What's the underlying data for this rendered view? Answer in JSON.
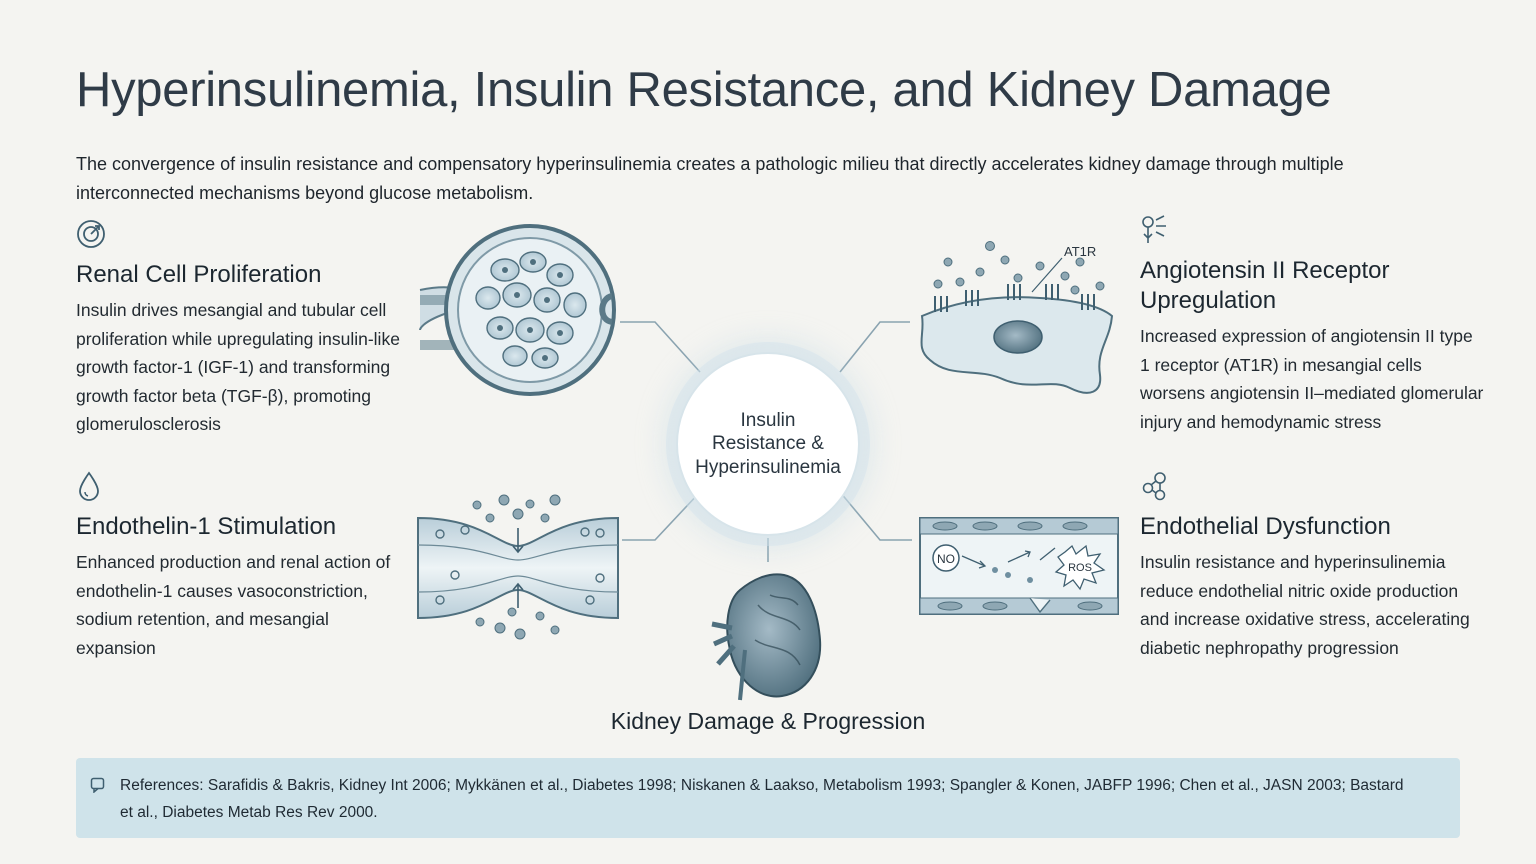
{
  "title": "Hyperinsulinemia, Insulin Resistance, and Kidney Damage",
  "intro": "The convergence of insulin resistance and compensatory hyperinsulinemia creates a pathologic milieu that directly accelerates kidney damage through multiple interconnected mechanisms beyond glucose metabolism.",
  "hub": {
    "label": "Insulin\nResistance &\nHyperinsulinemia"
  },
  "sections": {
    "renal": {
      "icon": "target-cell-icon",
      "title": "Renal Cell Proliferation",
      "body": "Insulin drives mesangial and tubular cell proliferation while upregulating insulin-like growth factor-1 (IGF-1) and transforming growth factor beta (TGF-β), promoting glomerulosclerosis"
    },
    "endothelin": {
      "icon": "droplet-icon",
      "title": "Endothelin-1 Stimulation",
      "body": "Enhanced production and renal action of endothelin-1 causes vasoconstriction, sodium retention, and mesangial expansion"
    },
    "angiotensin": {
      "icon": "receptor-icon",
      "title": "Angiotensin II Receptor Upregulation",
      "body": "Increased expression of angiotensin II type 1 receptor (AT1R) in mesangial cells worsens angiotensin II–mediated glomerular injury and hemodynamic stress"
    },
    "endothelial": {
      "icon": "molecule-network-icon",
      "title": "Endothelial Dysfunction",
      "body": "Insulin resistance and hyperinsulinemia reduce endothelial nitric oxide production and increase oxidative stress, accelerating diabetic nephropathy progression"
    }
  },
  "illustration_labels": {
    "at1r": "AT1R",
    "no": "NO",
    "ros": "ROS"
  },
  "kidney_label": "Kidney Damage & Progression",
  "references": "References: Sarafidis & Bakris, Kidney Int 2006; Mykkänen et al., Diabetes 1998; Niskanen & Laakso, Metabolism 1993; Spangler & Konen, JABFP 1996; Chen et al., JASN 2003; Bastard et al., Diabetes Metab Res Rev 2000.",
  "colors": {
    "accent": "#6f8fa0",
    "panel": "#cfe3ea",
    "background": "#f4f4f1"
  }
}
